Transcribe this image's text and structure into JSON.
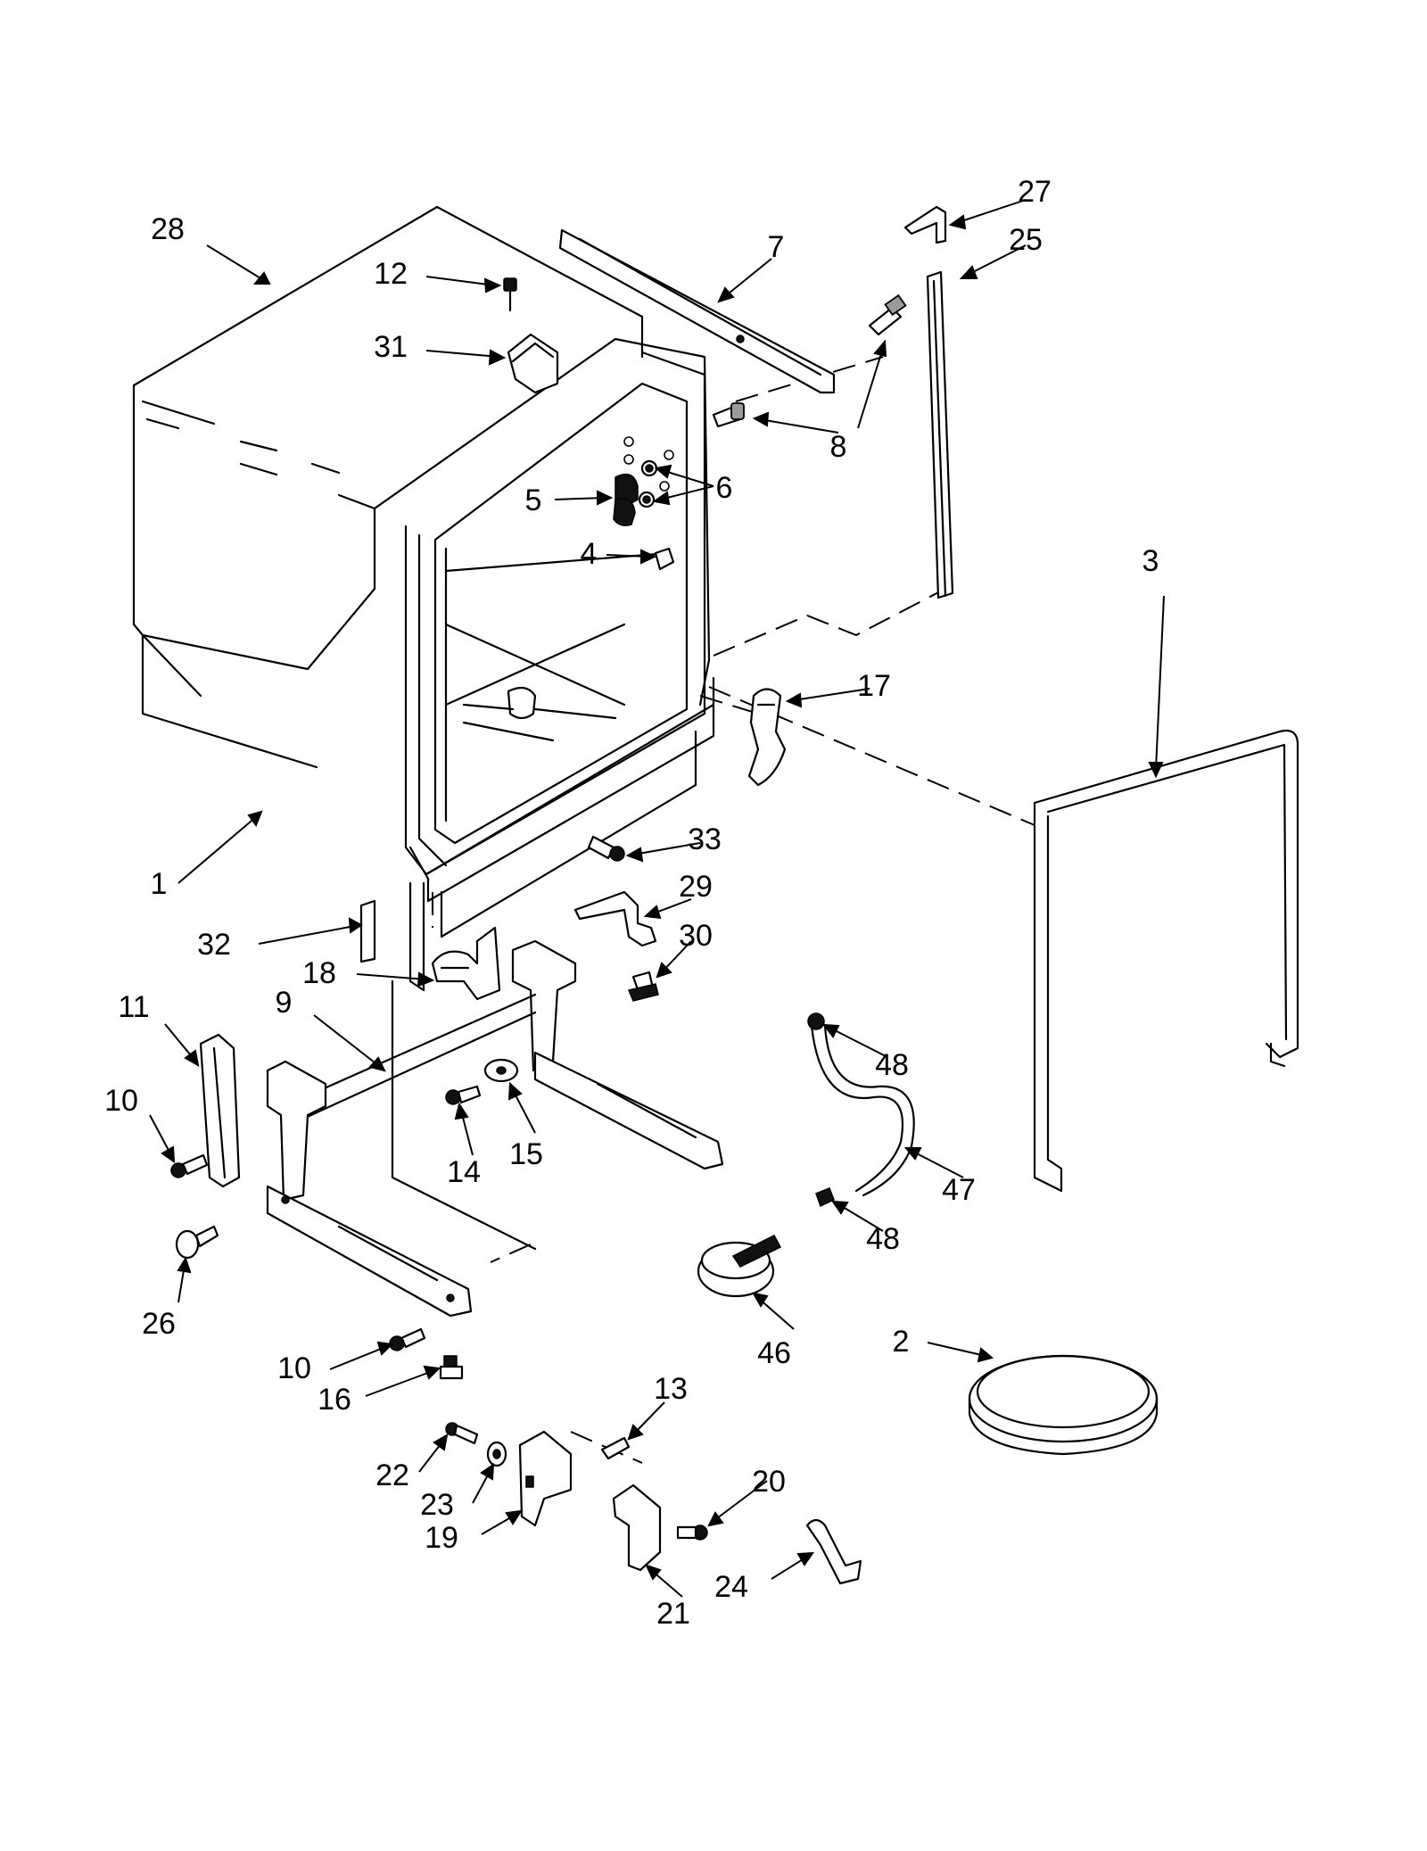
{
  "callouts": [
    {
      "id": "28",
      "text": "28"
    },
    {
      "id": "12",
      "text": "12"
    },
    {
      "id": "31",
      "text": "31"
    },
    {
      "id": "7",
      "text": "7"
    },
    {
      "id": "27",
      "text": "27"
    },
    {
      "id": "25",
      "text": "25"
    },
    {
      "id": "8",
      "text": "8"
    },
    {
      "id": "5",
      "text": "5"
    },
    {
      "id": "6",
      "text": "6"
    },
    {
      "id": "4",
      "text": "4"
    },
    {
      "id": "3",
      "text": "3"
    },
    {
      "id": "17",
      "text": "17"
    },
    {
      "id": "1",
      "text": "1"
    },
    {
      "id": "33",
      "text": "33"
    },
    {
      "id": "29",
      "text": "29"
    },
    {
      "id": "32",
      "text": "32"
    },
    {
      "id": "30",
      "text": "30"
    },
    {
      "id": "18",
      "text": "18"
    },
    {
      "id": "11",
      "text": "11"
    },
    {
      "id": "9",
      "text": "9"
    },
    {
      "id": "48a",
      "text": "48"
    },
    {
      "id": "10a",
      "text": "10"
    },
    {
      "id": "15",
      "text": "15"
    },
    {
      "id": "14",
      "text": "14"
    },
    {
      "id": "47",
      "text": "47"
    },
    {
      "id": "48b",
      "text": "48"
    },
    {
      "id": "26",
      "text": "26"
    },
    {
      "id": "46",
      "text": "46"
    },
    {
      "id": "2",
      "text": "2"
    },
    {
      "id": "10b",
      "text": "10"
    },
    {
      "id": "16",
      "text": "16"
    },
    {
      "id": "13",
      "text": "13"
    },
    {
      "id": "22",
      "text": "22"
    },
    {
      "id": "23",
      "text": "23"
    },
    {
      "id": "20",
      "text": "20"
    },
    {
      "id": "19",
      "text": "19"
    },
    {
      "id": "24",
      "text": "24"
    },
    {
      "id": "21",
      "text": "21"
    }
  ]
}
